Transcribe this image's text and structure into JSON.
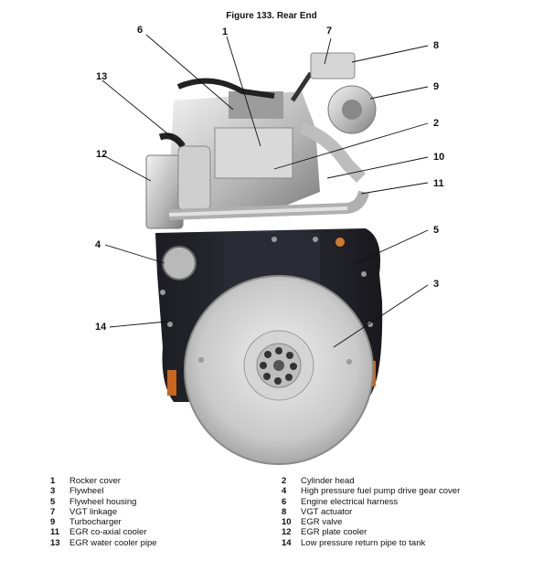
{
  "figure": {
    "title": "Figure 133. Rear End",
    "callouts": [
      "1",
      "2",
      "3",
      "4",
      "5",
      "6",
      "7",
      "8",
      "9",
      "10",
      "11",
      "12",
      "13",
      "14"
    ]
  },
  "legend": {
    "left": [
      {
        "num": "1",
        "label": "Rocker cover"
      },
      {
        "num": "3",
        "label": "Flywheel"
      },
      {
        "num": "5",
        "label": "Flywheel housing"
      },
      {
        "num": "7",
        "label": "VGT linkage"
      },
      {
        "num": "9",
        "label": "Turbocharger"
      },
      {
        "num": "11",
        "label": "EGR co-axial cooler"
      },
      {
        "num": "13",
        "label": "EGR water cooler pipe"
      }
    ],
    "right": [
      {
        "num": "2",
        "label": "Cylinder head"
      },
      {
        "num": "4",
        "label": "High pressure fuel pump drive gear cover"
      },
      {
        "num": "6",
        "label": "Engine electrical harness"
      },
      {
        "num": "8",
        "label": "VGT actuator"
      },
      {
        "num": "10",
        "label": "EGR valve"
      },
      {
        "num": "12",
        "label": "EGR plate cooler"
      },
      {
        "num": "14",
        "label": "Low pressure return pipe to tank"
      }
    ]
  }
}
